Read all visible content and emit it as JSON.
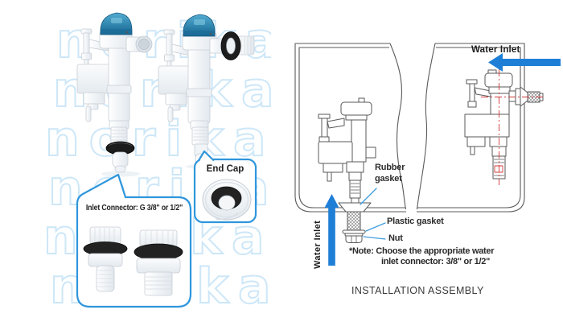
{
  "watermark": {
    "text": "norika"
  },
  "callouts": {
    "end_cap": {
      "label": "End Cap"
    },
    "inlet_connector": {
      "label": "Inlet Connector: G 3/8\" or 1/2\""
    }
  },
  "diagram": {
    "water_inlet_top": "Water Inlet",
    "water_inlet_side": "Water Inlet",
    "labels": {
      "rubber_gasket": "Rubber gasket",
      "plastic_gasket": "Plastic gasket",
      "nut": "Nut"
    },
    "note_line1": "*Note: Choose the appropriate water",
    "note_line2": "inlet connector: 3/8\" or 1/2\"",
    "title": "INSTALLATION ASSEMBLY"
  },
  "colors": {
    "callout_border_blue": "#2f96dc",
    "arrow_blue": "#1f7fd6",
    "red_centerline": "#d23a3a",
    "watermark_blue": "#cde7f8",
    "valve_cap_blue": "#2f85ad"
  }
}
